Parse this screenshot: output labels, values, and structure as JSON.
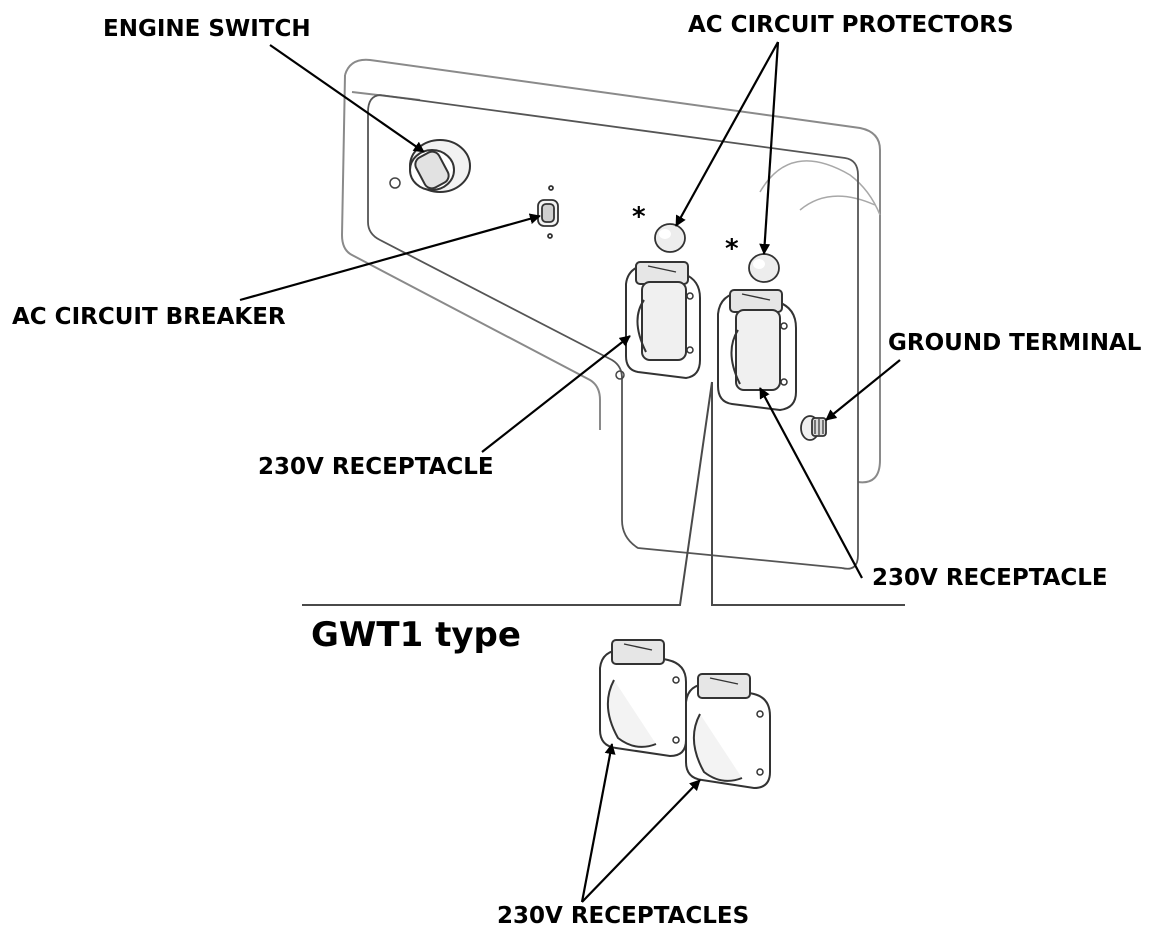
{
  "labels": {
    "engine_switch": "ENGINE SWITCH",
    "ac_circuit_protectors": "AC CIRCUIT PROTECTORS",
    "ac_circuit_breaker": "AC CIRCUIT BREAKER",
    "ground_terminal": "GROUND TERMINAL",
    "receptacle_left": "230V RECEPTACLE",
    "receptacle_right": "230V RECEPTACLE",
    "receptacles_bottom": "230V RECEPTACLES"
  },
  "variant_title": "GWT1 type",
  "asterisk": "*",
  "colors": {
    "ink": "#000000",
    "line_art": "#3a3a3a",
    "faint_line": "#9a9a9a",
    "fill_light": "#eeeeee"
  }
}
